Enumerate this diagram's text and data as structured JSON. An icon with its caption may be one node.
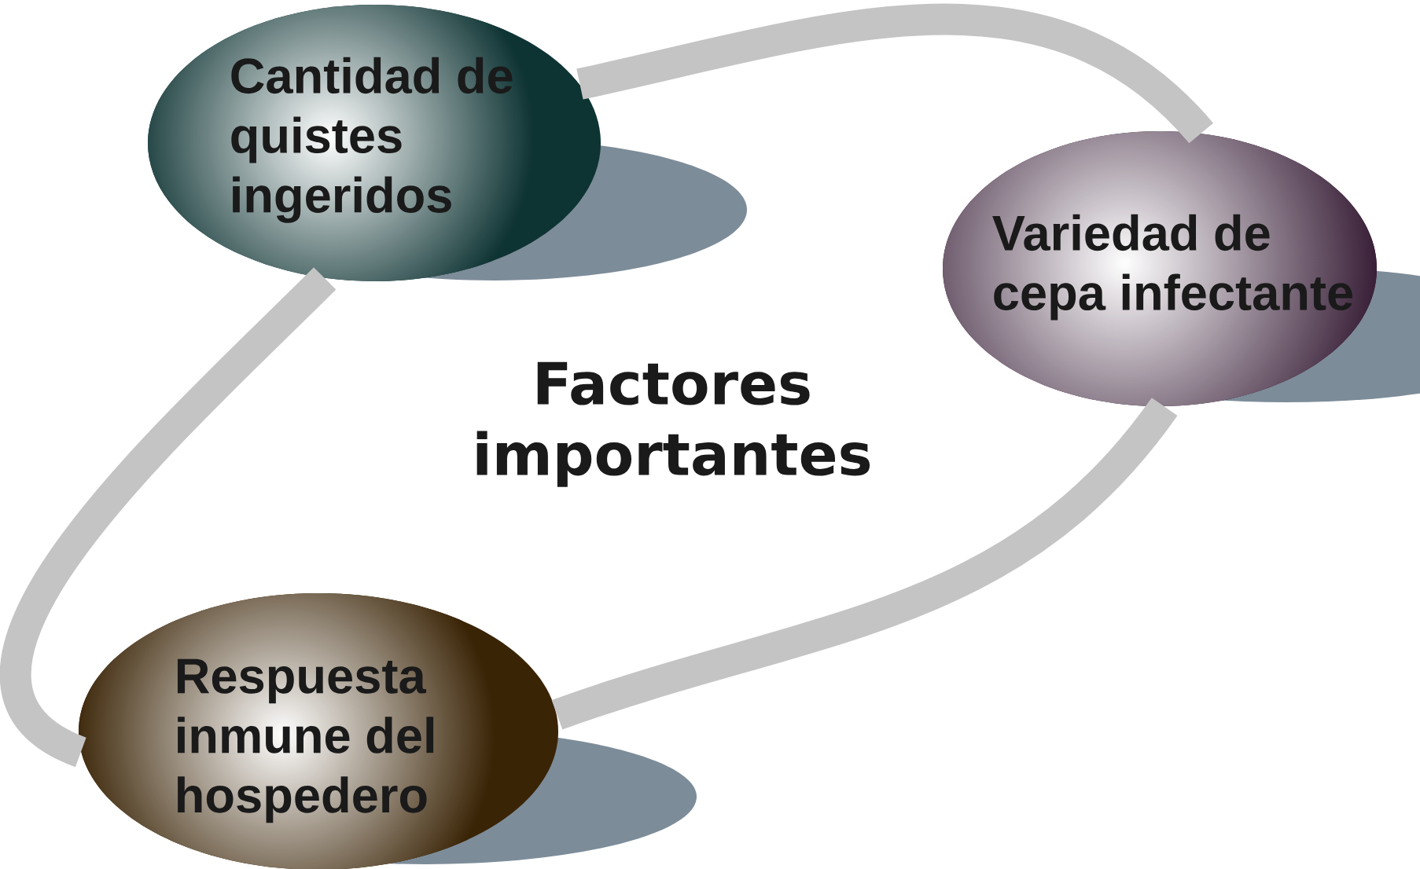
{
  "diagram": {
    "title": "Factores importantes",
    "nodes": [
      {
        "text": [
          "Cantidad de quistes ingeridos"
        ]
      },
      {
        "text": [
          "Variedad de cepa infectante"
        ]
      },
      {
        "text": [
          "Respuesta inmune del hospedero"
        ]
      }
    ],
    "edges": [
      {
        "from": 0,
        "to": 1,
        "arrow": "none"
      },
      {
        "from": 1,
        "to": 2,
        "arrow": "none"
      },
      {
        "from": 2,
        "to": 0,
        "arrow": "none"
      }
    ]
  }
}
